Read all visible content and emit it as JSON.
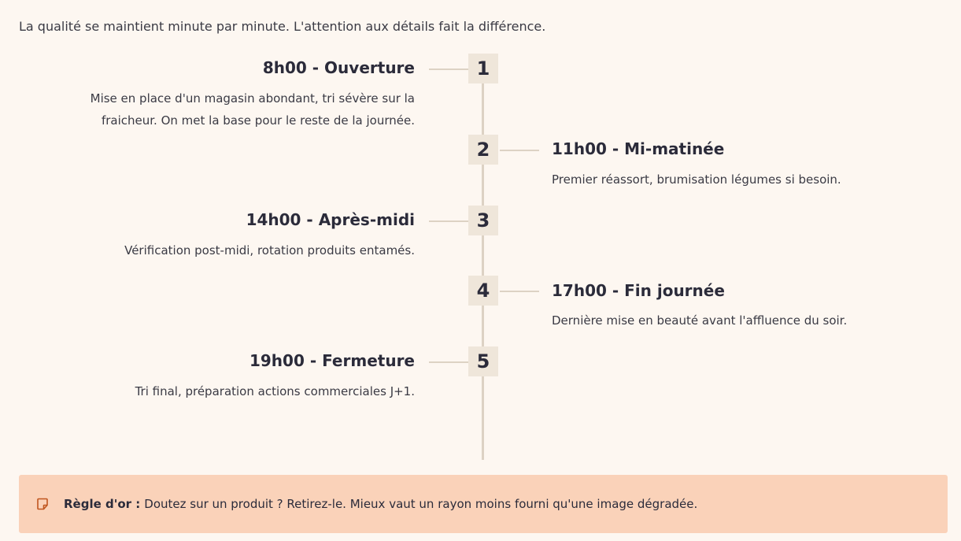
{
  "intro": "La qualité se maintient minute par minute. L'attention aux détails fait la différence.",
  "steps": [
    {
      "number": "1",
      "title": "8h00 - Ouverture",
      "desc_lines": [
        "Mise en place d'un magasin abondant, tri sévère sur la",
        "fraicheur. On met la base pour le reste de la journée."
      ],
      "side": "left"
    },
    {
      "number": "2",
      "title": "11h00 - Mi-matinée",
      "desc_lines": [
        "Premier réassort, brumisation légumes si besoin."
      ],
      "side": "right"
    },
    {
      "number": "3",
      "title": "14h00 - Après-midi",
      "desc_lines": [
        "Vérification post-midi, rotation produits entamés."
      ],
      "side": "left"
    },
    {
      "number": "4",
      "title": "17h00 - Fin journée",
      "desc_lines": [
        "Dernière mise en beauté avant l'affluence du soir."
      ],
      "side": "right"
    },
    {
      "number": "5",
      "title": "19h00 - Fermeture",
      "desc_lines": [
        "Tri final, préparation actions commerciales J+1."
      ],
      "side": "left"
    }
  ],
  "callout": {
    "icon": "sticky-note-icon",
    "label": "Règle d'or :",
    "text": "Doutez sur un produit ? Retirez-le. Mieux vaut un rayon moins fourni qu'une image dégradée.",
    "accent_color": "#c0561f",
    "background_color": "#fad2b9"
  },
  "colors": {
    "background": "#fdf7f1",
    "line": "#ddd2c4",
    "number_box": "#efe6da",
    "text": "#2b2b3a"
  }
}
